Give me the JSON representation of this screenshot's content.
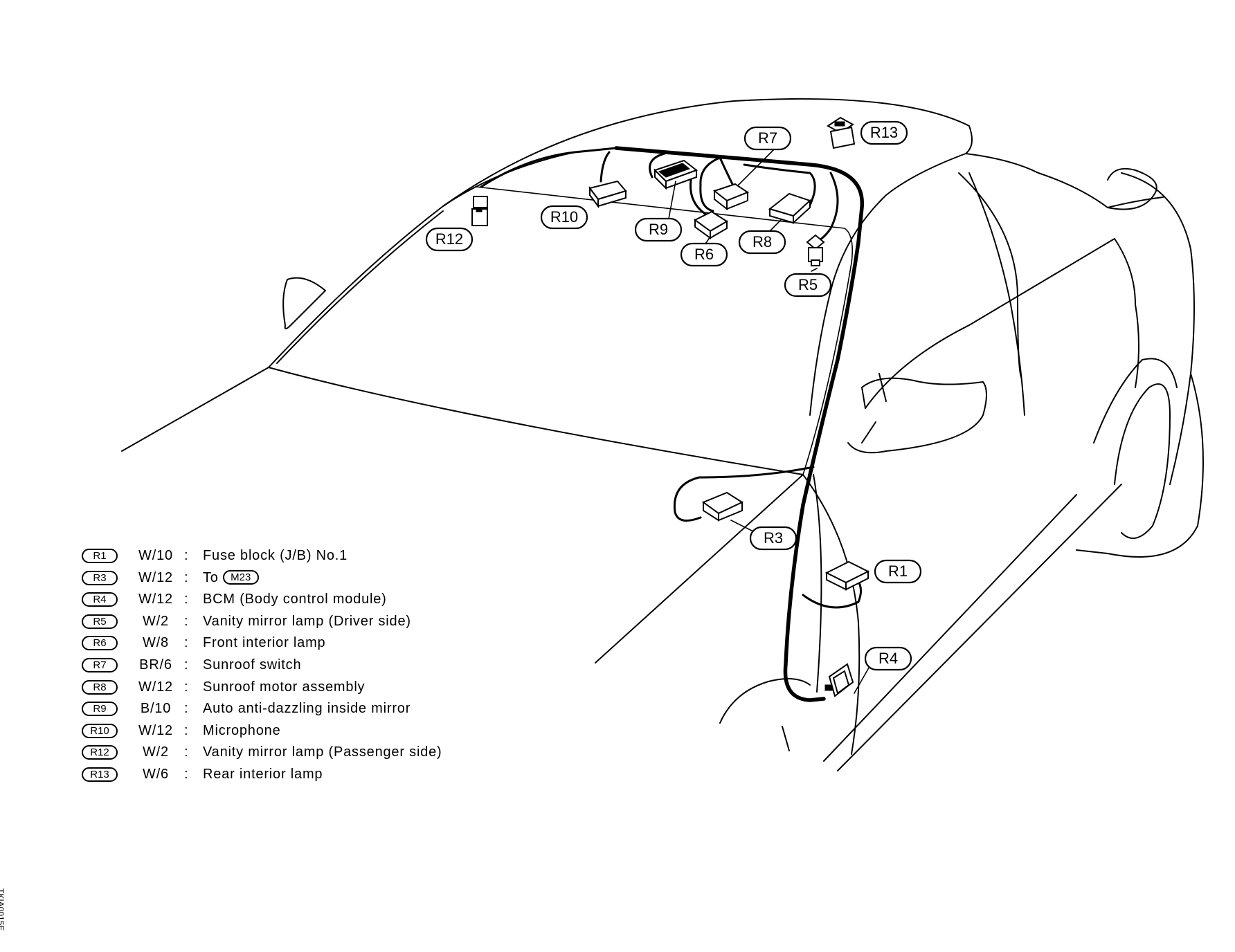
{
  "diagram_labels": {
    "r1": "R1",
    "r3": "R3",
    "r4": "R4",
    "r5": "R5",
    "r6": "R6",
    "r7": "R7",
    "r8": "R8",
    "r9": "R9",
    "r10": "R10",
    "r12": "R12",
    "r13": "R13"
  },
  "legend": [
    {
      "id": "R1",
      "code": "W/10",
      "desc": "Fuse block (J/B) No.1"
    },
    {
      "id": "R3",
      "code": "W/12",
      "desc": "To",
      "ref": "M23"
    },
    {
      "id": "R4",
      "code": "W/12",
      "desc": "BCM (Body control module)"
    },
    {
      "id": "R5",
      "code": "W/2",
      "desc": "Vanity mirror lamp (Driver side)"
    },
    {
      "id": "R6",
      "code": "W/8",
      "desc": "Front interior lamp"
    },
    {
      "id": "R7",
      "code": "BR/6",
      "desc": "Sunroof switch"
    },
    {
      "id": "R8",
      "code": "W/12",
      "desc": "Sunroof motor assembly"
    },
    {
      "id": "R9",
      "code": "B/10",
      "desc": "Auto anti-dazzling inside mirror"
    },
    {
      "id": "R10",
      "code": "W/12",
      "desc": "Microphone"
    },
    {
      "id": "R12",
      "code": "W/2",
      "desc": "Vanity mirror lamp (Passenger side)"
    },
    {
      "id": "R13",
      "code": "W/6",
      "desc": "Rear interior lamp"
    }
  ],
  "separator": ":",
  "figure_code": "TKIA0015E"
}
